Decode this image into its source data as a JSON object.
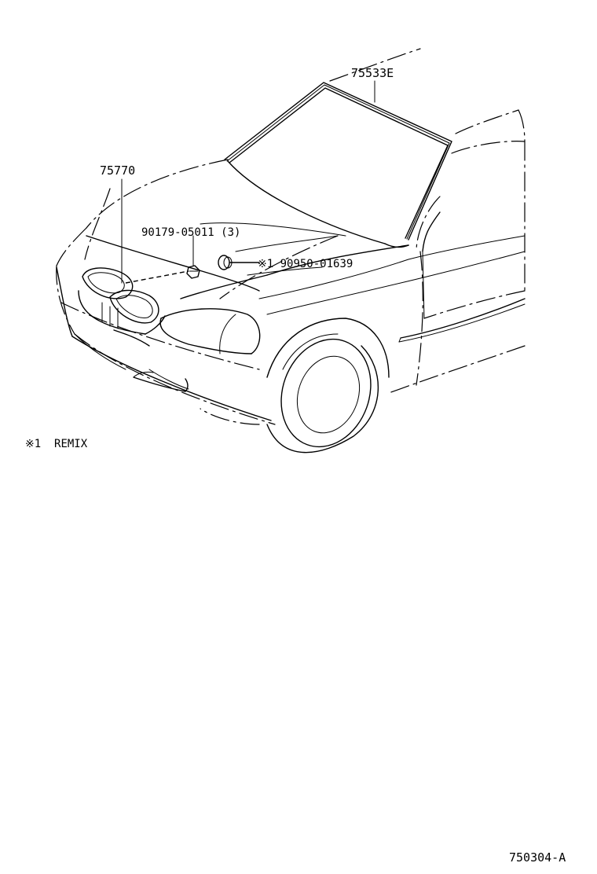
{
  "parts": {
    "windshield_molding": "75533E",
    "grille": "75770",
    "nut": "90179-05011 (3)",
    "clip": "※1 90950-01639"
  },
  "notes": {
    "remix": "※1  REMIX"
  },
  "figure_id": "750304-A"
}
